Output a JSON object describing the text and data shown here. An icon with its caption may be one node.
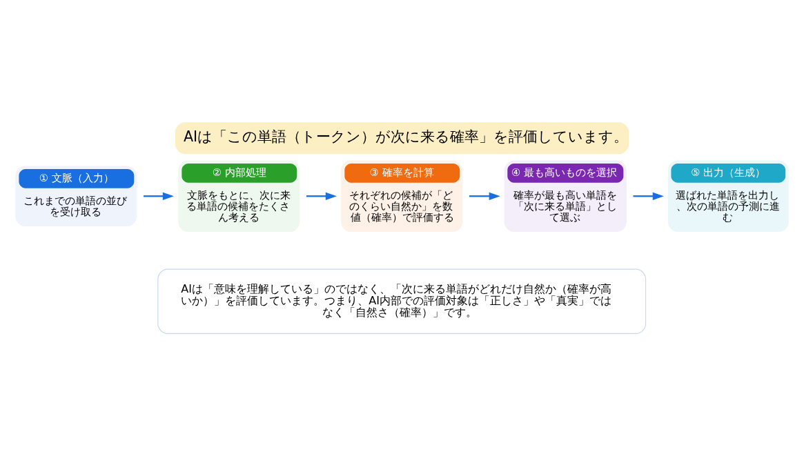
{
  "diagram": {
    "title": "AIは「この単語（トークン）が次に来る確率」を評価しています。",
    "nodes": [
      {
        "text": [
          "① 文脈（入力）",
          "これまでの単語の並びを受け取る"
        ]
      },
      {
        "text": [
          "② 内部処理",
          "文脈をもとに、次に来る単語の候補をたくさん考える"
        ]
      },
      {
        "text": [
          "③ 確率を計算",
          "それぞれの候補が「どのくらい自然か」を数値（確率）で評価する"
        ]
      },
      {
        "text": [
          "④ 最も高いものを選択",
          "確率が最も高い単語を「次に来る単語」として選ぶ"
        ]
      },
      {
        "text": [
          "⑤ 出力（生成）",
          "選ばれた単語を出力し、次の単語の予測に進む"
        ]
      },
      {
        "text": [
          "AIは「意味を理解している」のではなく、「次に来る単語がどれだけ自然か（確率が高いか）」を評価しています。つまり、AI内部での評価対象は「正しさ」や「真実」ではなく「自然さ（確率）」です。"
        ]
      }
    ],
    "edges": [
      {
        "from": 0,
        "to": 1,
        "arrow": "to"
      },
      {
        "from": 1,
        "to": 2,
        "arrow": "to"
      },
      {
        "from": 2,
        "to": 3,
        "arrow": "to"
      },
      {
        "from": 3,
        "to": 4,
        "arrow": "to"
      }
    ]
  }
}
